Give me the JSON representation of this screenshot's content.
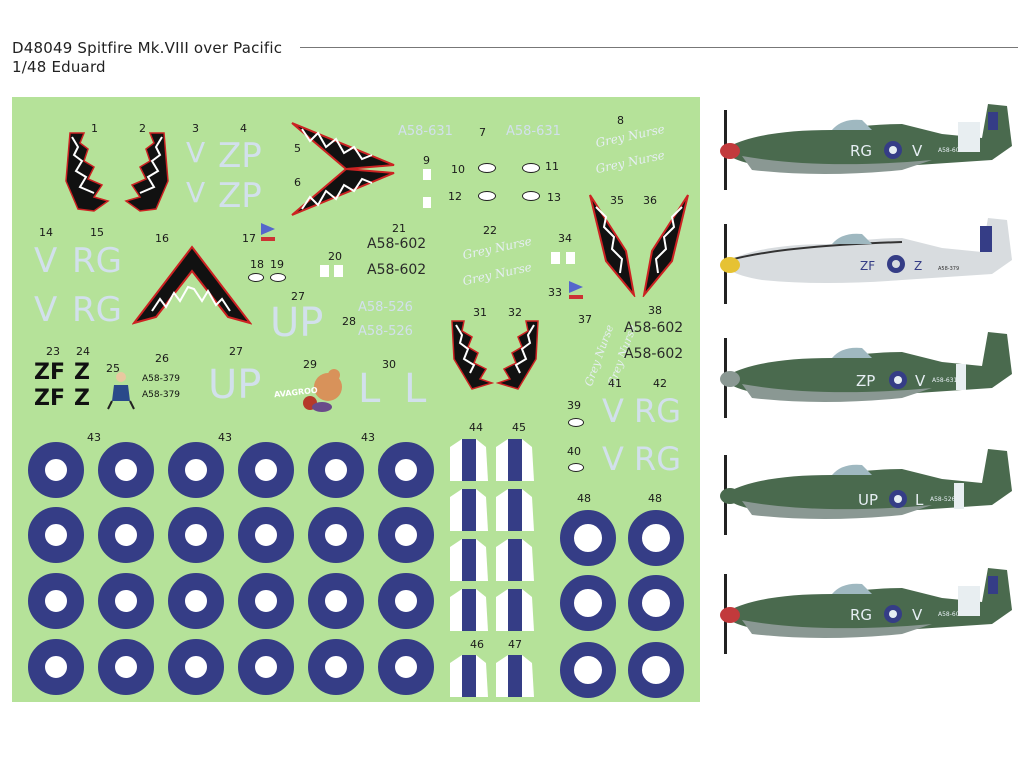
{
  "header": {
    "title": "D48049  Spitfire Mk.VIII over Pacific",
    "subtitle": "1/48  Eduard"
  },
  "decal_numbers": [
    "1",
    "2",
    "3",
    "4",
    "5",
    "6",
    "7",
    "8",
    "9",
    "10",
    "11",
    "12",
    "13",
    "14",
    "15",
    "16",
    "17",
    "18",
    "19",
    "20",
    "21",
    "22",
    "23",
    "24",
    "25",
    "26",
    "27",
    "28",
    "29",
    "30",
    "31",
    "32",
    "33",
    "34",
    "35",
    "36",
    "37",
    "38",
    "39",
    "40",
    "41",
    "42",
    "43",
    "44",
    "45",
    "46",
    "47",
    "48"
  ],
  "codes": {
    "v": "V",
    "zp": "ZP",
    "rg": "RG",
    "up": "UP",
    "l": "L",
    "zf": "ZF",
    "z": "Z",
    "a58_631": "A58-631",
    "a58_602": "A58-602",
    "a58_526": "A58-526",
    "a58_379": "A58-379",
    "grey_nurse": "Grey Nurse",
    "avagroo": "AVAGROO"
  },
  "profile_codes": {
    "p1": {
      "left": "RG",
      "right": "V",
      "serial": "A58-602"
    },
    "p2": {
      "left": "ZF",
      "right": "Z",
      "serial": "A58-379"
    },
    "p3": {
      "left": "ZP",
      "right": "V",
      "serial": "A58-631"
    },
    "p4": {
      "left": "UP",
      "right": "L",
      "serial": "A58-526"
    },
    "p5": {
      "left": "RG",
      "right": "V",
      "serial": "A58-602"
    }
  },
  "colors": {
    "sheet": "#b5e299",
    "roundel_blue": "#353d86",
    "pale_code": "#d2e0ec",
    "camo_green": "#4a6a4e",
    "camo_grey": "#8a9893",
    "silver": "#d8dcdf",
    "spinner_red": "#c23a3c",
    "spinner_yellow": "#e6c233"
  }
}
